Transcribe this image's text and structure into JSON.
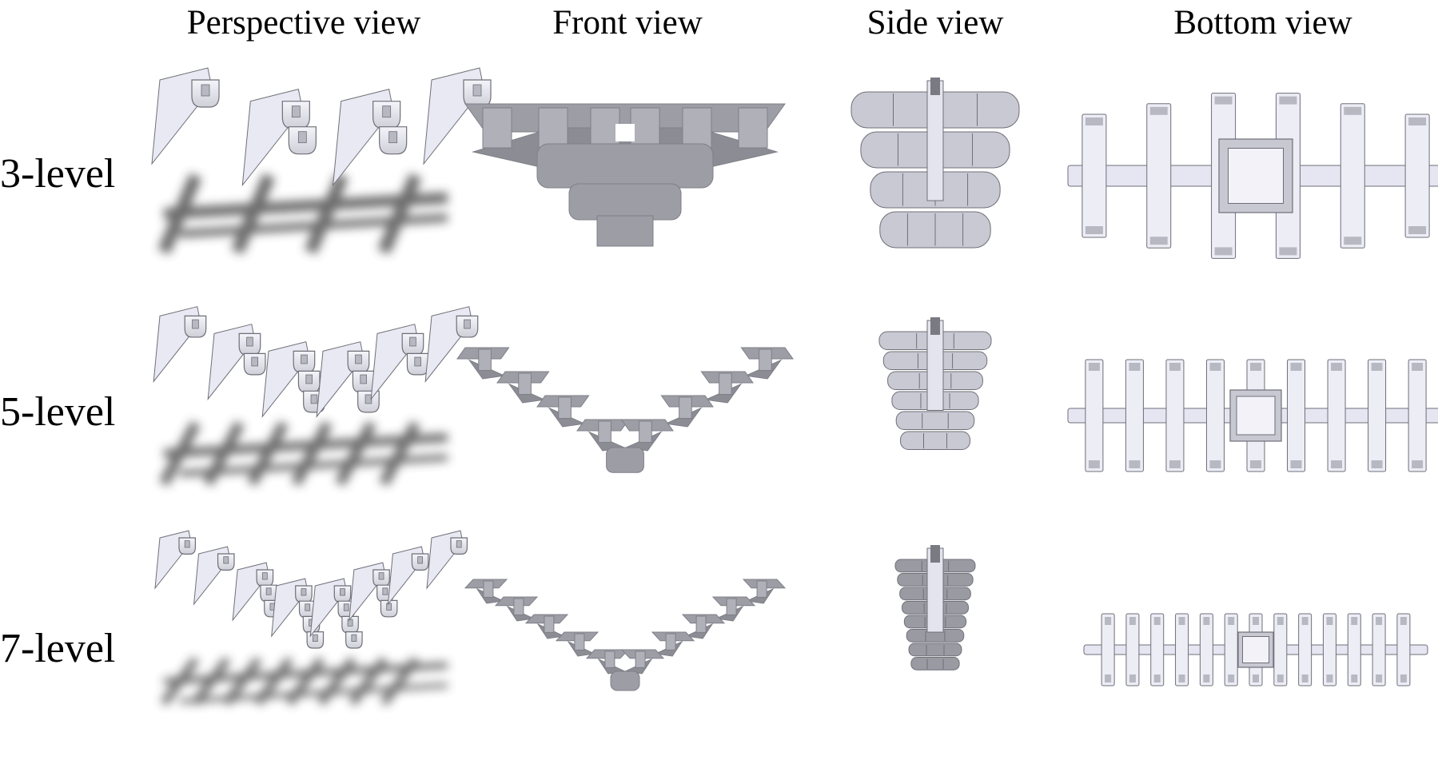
{
  "columns": [
    {
      "id": "perspective",
      "label": "Perspective view"
    },
    {
      "id": "front",
      "label": "Front view"
    },
    {
      "id": "side",
      "label": "Side view"
    },
    {
      "id": "bottom",
      "label": "Bottom view"
    }
  ],
  "rows": [
    {
      "id": "level3",
      "label": "3-level",
      "levels": 3
    },
    {
      "id": "level5",
      "label": "5-level",
      "levels": 5
    },
    {
      "id": "level7",
      "label": "7-level",
      "levels": 7
    }
  ],
  "colors": {
    "background": "#ffffff",
    "block_fill": "#ebebf4",
    "block_shade": "#b8b8c2",
    "block_dark": "#8f8f98",
    "front_fill": "#9d9da6",
    "front_dark": "#7f7f88",
    "outline": "#6f6f78",
    "shadow": "#3a3a3a"
  }
}
